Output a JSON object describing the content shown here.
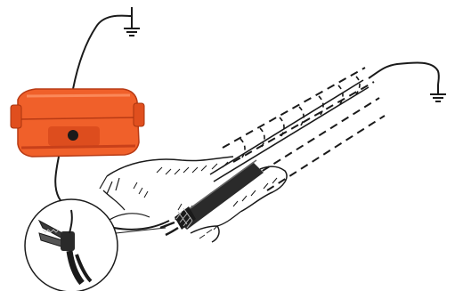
{
  "diagram": {
    "kind": "cable-fault-locator-illustration",
    "text_labels": [],
    "components": [
      {
        "name": "orange-test-instrument-case",
        "color": "#f0602a"
      },
      {
        "name": "top-ground-symbol",
        "icon": "ground-icon"
      },
      {
        "name": "right-ground-symbol",
        "icon": "ground-icon"
      },
      {
        "name": "alligator-clip-inset",
        "icon": "alligator-clip-icon"
      },
      {
        "name": "buried-shielded-cable",
        "color": "#2a2a2a"
      },
      {
        "name": "trench-soil-outline",
        "color": "#1a1a1a"
      },
      {
        "name": "magnetic-field-dash-lines",
        "color": "#1a1a1a"
      }
    ],
    "colors": {
      "case_orange": "#f0602a",
      "case_shadow": "#c8401a",
      "line": "#1a1a1a",
      "background": "#ffffff"
    }
  }
}
